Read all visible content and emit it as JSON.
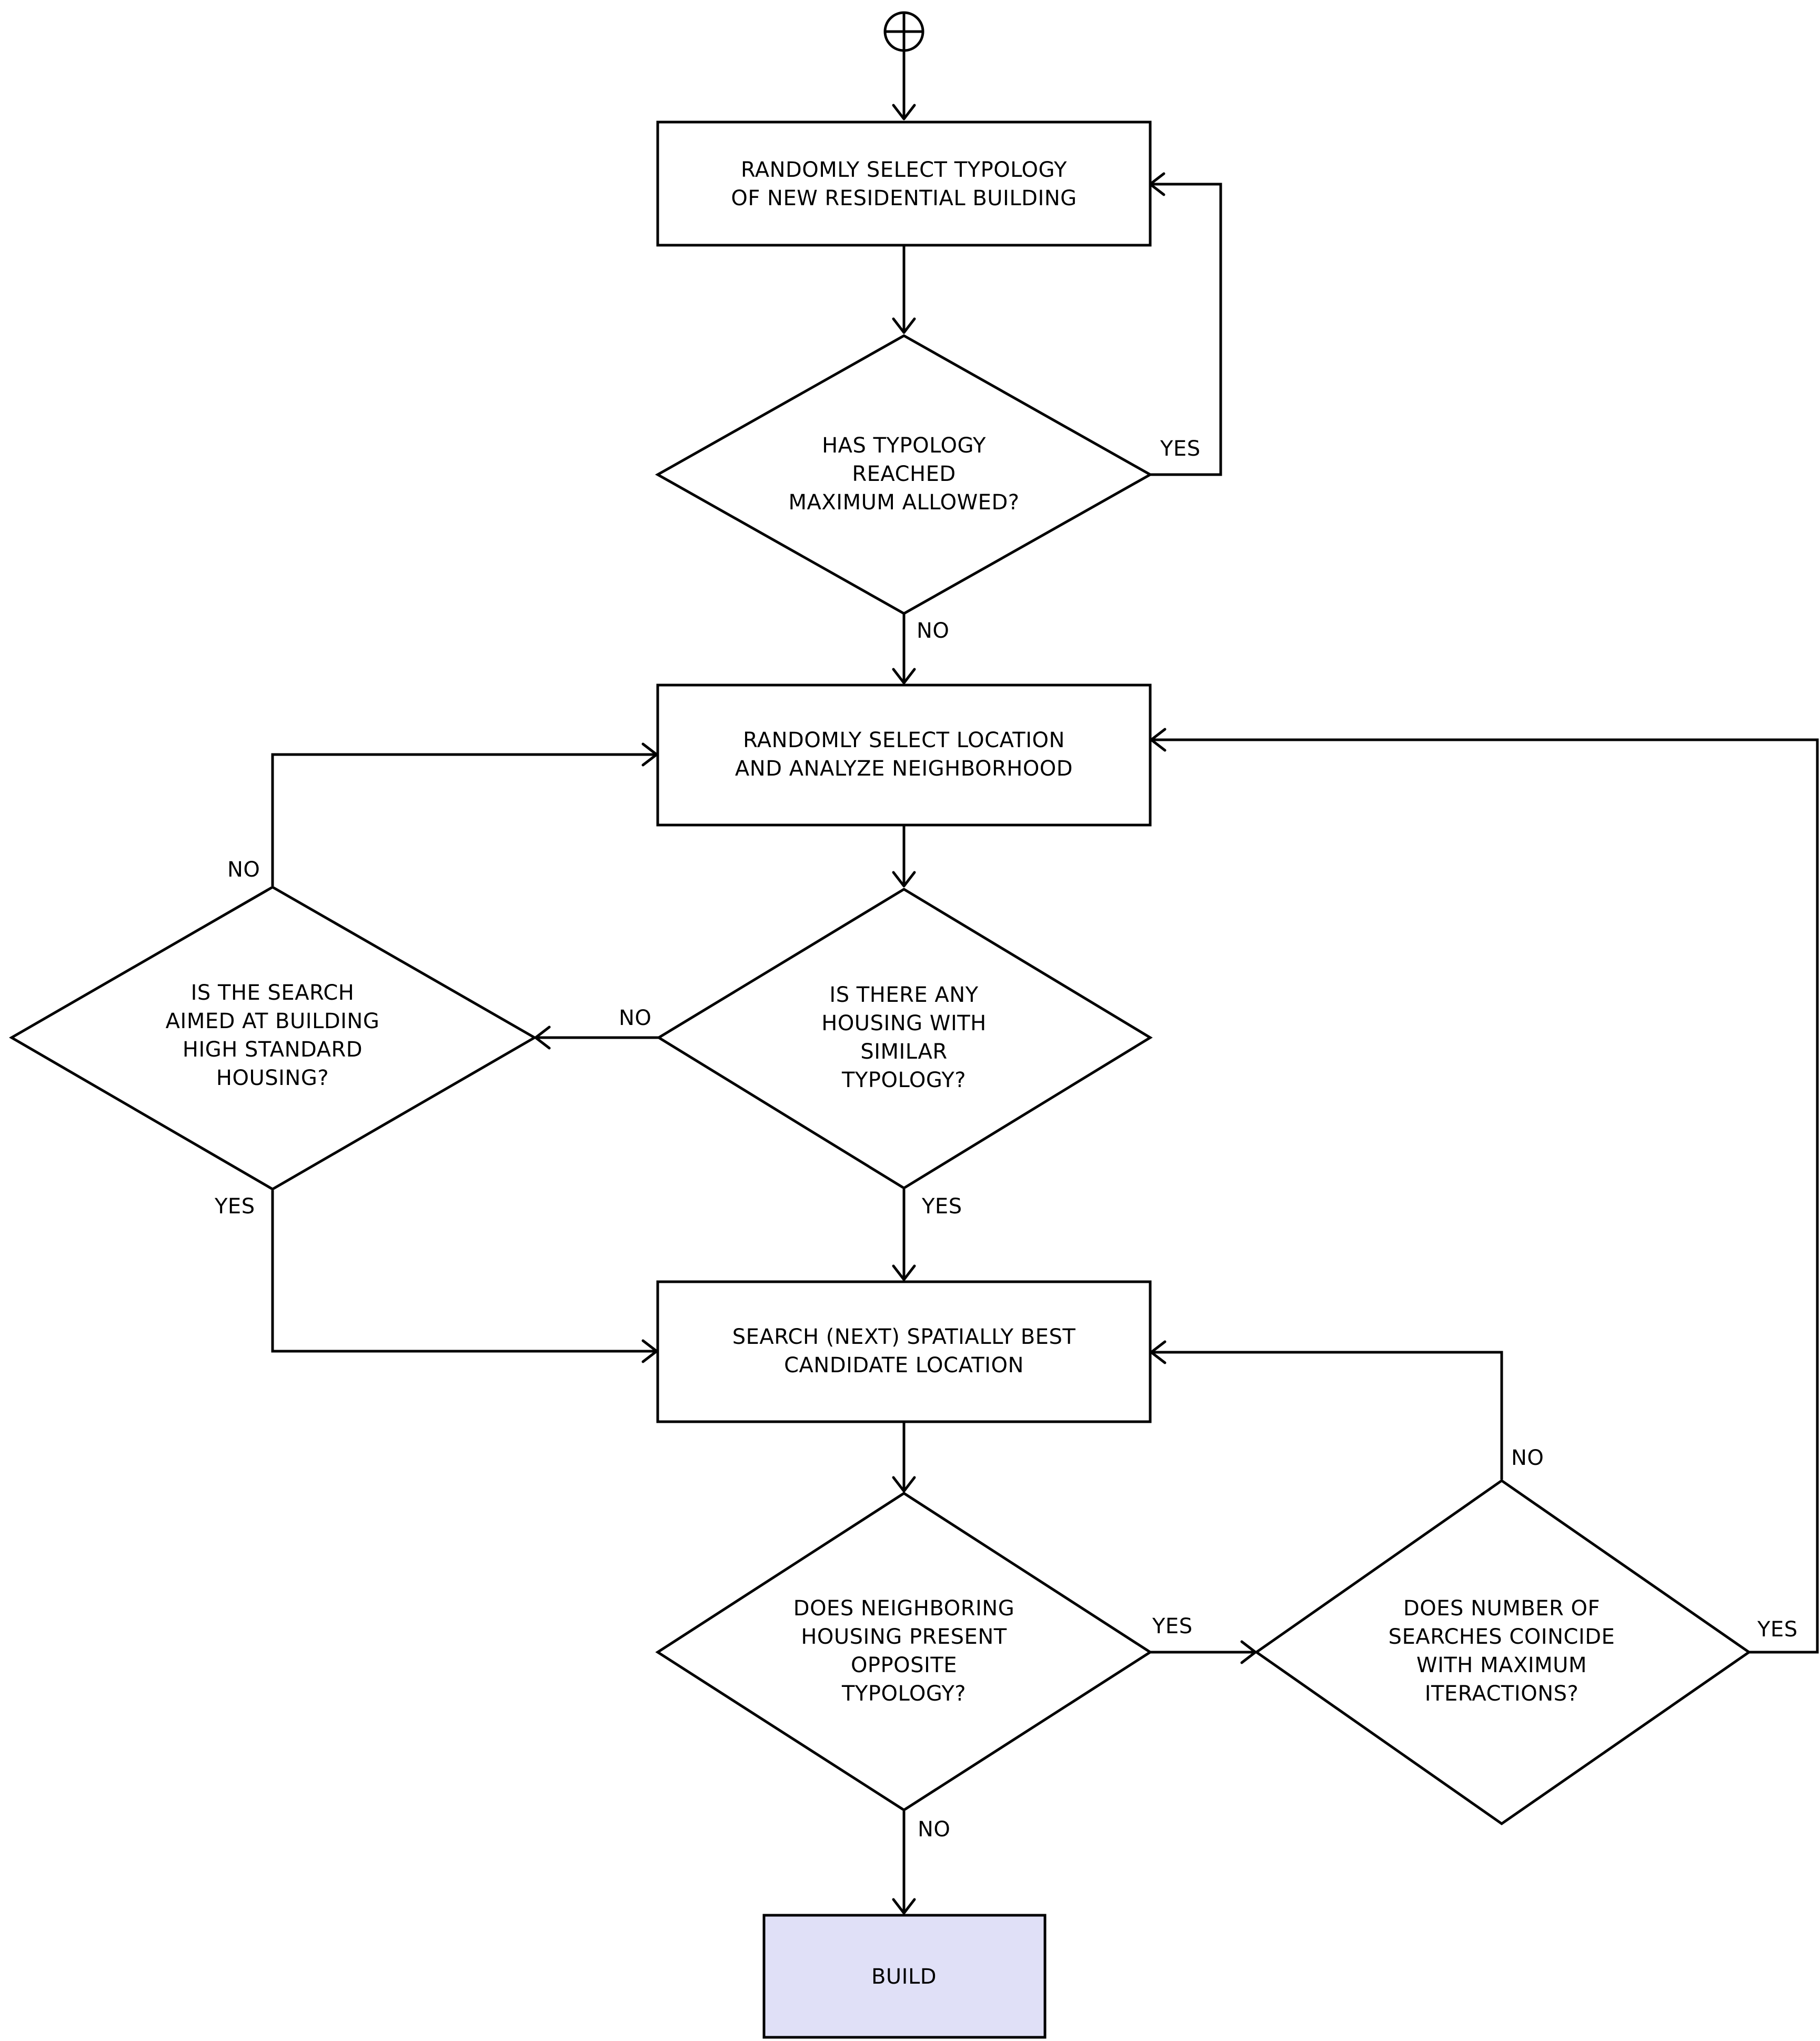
{
  "nodes": [
    {
      "id": "select_typology",
      "shape": "rect",
      "lines": [
        "RANDOMLY SELECT TYPOLOGY",
        "OF NEW RESIDENTIAL BUILDING"
      ]
    },
    {
      "id": "typology_max",
      "shape": "diamond",
      "lines": [
        "HAS TYPOLOGY",
        "REACHED",
        "MAXIMUM ALLOWED?"
      ]
    },
    {
      "id": "select_location",
      "shape": "rect",
      "lines": [
        "RANDOMLY SELECT LOCATION",
        "AND ANALYZE NEIGHBORHOOD"
      ]
    },
    {
      "id": "similar_typology",
      "shape": "diamond",
      "lines": [
        "IS THERE ANY",
        "HOUSING WITH",
        "SIMILAR",
        "TYPOLOGY?"
      ]
    },
    {
      "id": "high_standard",
      "shape": "diamond",
      "lines": [
        "IS THE SEARCH",
        "AIMED AT BUILDING",
        "HIGH STANDARD",
        "HOUSING?"
      ]
    },
    {
      "id": "search_candidate",
      "shape": "rect",
      "lines": [
        "SEARCH (NEXT) SPATIALLY BEST",
        "CANDIDATE LOCATION"
      ]
    },
    {
      "id": "opposite_typology",
      "shape": "diamond",
      "lines": [
        "DOES NEIGHBORING",
        "HOUSING PRESENT",
        "OPPOSITE",
        "TYPOLOGY?"
      ]
    },
    {
      "id": "max_iterations",
      "shape": "diamond",
      "lines": [
        "DOES NUMBER OF",
        "SEARCHES COINCIDE",
        "WITH MAXIMUM",
        "ITERACTIONS?"
      ]
    },
    {
      "id": "build",
      "shape": "terminal",
      "lines": [
        "BUILD"
      ]
    }
  ],
  "edges": [
    {
      "id": "start_to_select_typology",
      "from": "start",
      "to": "select_typology",
      "label": ""
    },
    {
      "id": "select_typology_to_typology_max",
      "from": "select_typology",
      "to": "typology_max",
      "label": ""
    },
    {
      "id": "typology_max_yes",
      "from": "typology_max",
      "to": "select_typology",
      "label": "YES"
    },
    {
      "id": "typology_max_no",
      "from": "typology_max",
      "to": "select_location",
      "label": "NO"
    },
    {
      "id": "select_location_to_similar",
      "from": "select_location",
      "to": "similar_typology",
      "label": ""
    },
    {
      "id": "similar_no",
      "from": "similar_typology",
      "to": "high_standard",
      "label": "NO"
    },
    {
      "id": "similar_yes",
      "from": "similar_typology",
      "to": "search_candidate",
      "label": "YES"
    },
    {
      "id": "high_standard_no",
      "from": "high_standard",
      "to": "select_location",
      "label": "NO"
    },
    {
      "id": "high_standard_yes",
      "from": "high_standard",
      "to": "search_candidate",
      "label": "YES"
    },
    {
      "id": "search_to_opposite",
      "from": "search_candidate",
      "to": "opposite_typology",
      "label": ""
    },
    {
      "id": "opposite_yes",
      "from": "opposite_typology",
      "to": "max_iterations",
      "label": "YES"
    },
    {
      "id": "opposite_no",
      "from": "opposite_typology",
      "to": "build",
      "label": "NO"
    },
    {
      "id": "max_iterations_no",
      "from": "max_iterations",
      "to": "search_candidate",
      "label": "NO"
    },
    {
      "id": "max_iterations_yes",
      "from": "max_iterations",
      "to": "select_location",
      "label": "YES"
    }
  ]
}
